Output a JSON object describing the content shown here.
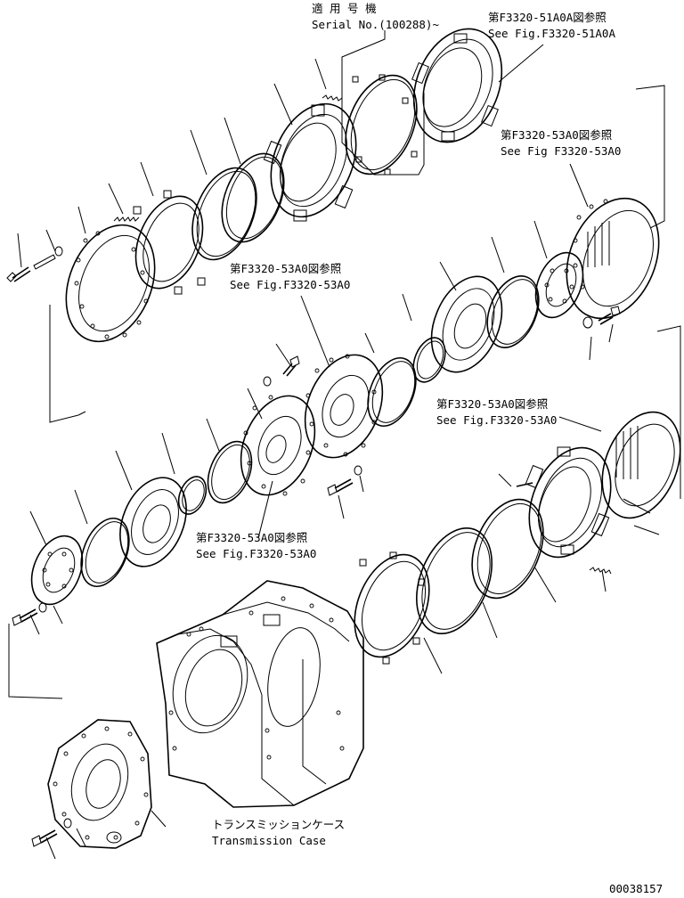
{
  "labels": {
    "serial_jp": "適 用 号 機",
    "serial_en": "Serial No.(100288)~",
    "ref1_jp": "第F3320-51A0A図参照",
    "ref1_en": "See Fig.F3320-51A0A",
    "ref2_jp": "第F3320-53A0図参照",
    "ref2_en": "See Fig F3320-53A0",
    "ref3_jp": "第F3320-53A0図参照",
    "ref3_en": "See Fig.F3320-53A0",
    "ref4_jp": "第F3320-53A0図参照",
    "ref4_en": "See Fig.F3320-53A0",
    "ref5_jp": "第F3320-53A0図参照",
    "ref5_en": "See Fig.F3320-53A0",
    "case_jp": "トランスミッションケース",
    "case_en": "Transmission Case",
    "drawing_no": "00038157"
  },
  "icons": [
    "bolt-icon",
    "washer-icon",
    "pin-icon",
    "spring-icon",
    "ring-icon",
    "plate-icon",
    "bearing-icon",
    "housing-icon"
  ]
}
